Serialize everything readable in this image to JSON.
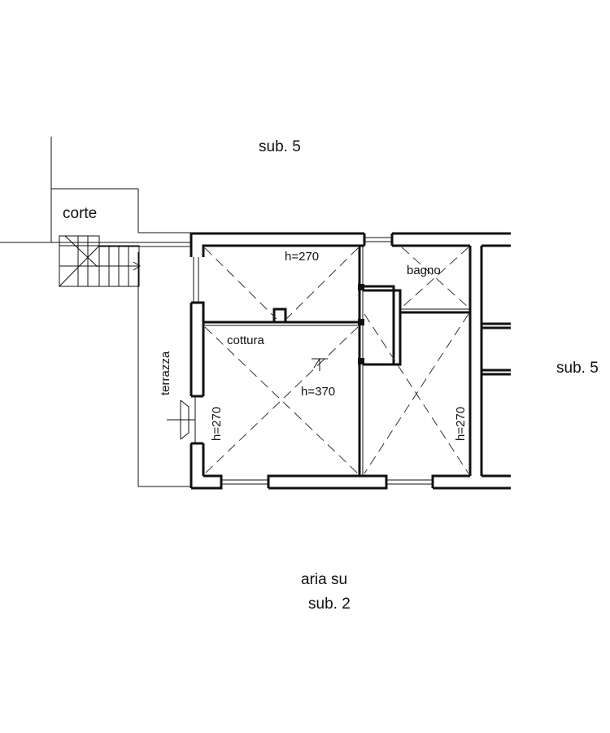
{
  "labels": {
    "sub_top": "sub. 5",
    "sub_right": "sub. 5",
    "corte": "corte",
    "terrazza": "terrazza",
    "h_room_top": "h=270",
    "bagno": "bagno",
    "cottura": "cottura",
    "h_center": "h=370",
    "h_left_vertical": "h=270",
    "h_right_vertical": "h=270",
    "aria_su": "aria su",
    "sub_bottom": "sub. 2"
  }
}
